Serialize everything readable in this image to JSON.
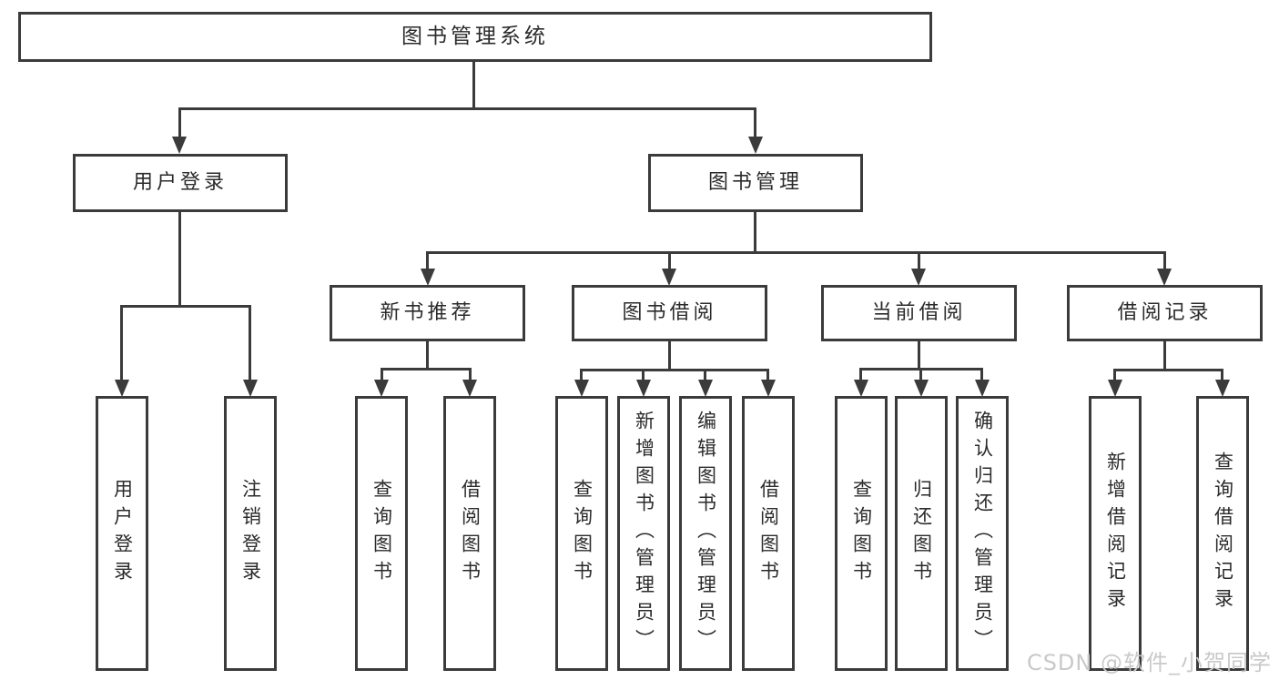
{
  "tree": {
    "root": "图书管理系统",
    "level2": [
      {
        "label": "用户登录"
      },
      {
        "label": "图书管理"
      }
    ],
    "level3": [
      {
        "label": "新书推荐",
        "parent": "图书管理"
      },
      {
        "label": "图书借阅",
        "parent": "图书管理"
      },
      {
        "label": "当前借阅",
        "parent": "图书管理"
      },
      {
        "label": "借阅记录",
        "parent": "图书管理"
      }
    ],
    "leaves": [
      {
        "label": "用户登录",
        "parent": "用户登录"
      },
      {
        "label": "注销登录",
        "parent": "用户登录"
      },
      {
        "label": "查询图书",
        "parent": "新书推荐"
      },
      {
        "label": "借阅图书",
        "parent": "新书推荐"
      },
      {
        "label": "查询图书",
        "parent": "图书借阅"
      },
      {
        "label": "新增图书（管理员）",
        "parent": "图书借阅"
      },
      {
        "label": "编辑图书（管理员）",
        "parent": "图书借阅"
      },
      {
        "label": "借阅图书",
        "parent": "图书借阅"
      },
      {
        "label": "查询图书",
        "parent": "当前借阅"
      },
      {
        "label": "归还图书",
        "parent": "当前借阅"
      },
      {
        "label": "确认归还（管理员）",
        "parent": "当前借阅"
      },
      {
        "label": "新增借阅记录",
        "parent": "借阅记录"
      },
      {
        "label": "查询借阅记录",
        "parent": "借阅记录"
      }
    ]
  },
  "watermark": {
    "text": "CSDN @软件_小贺同学"
  },
  "colors": {
    "line": "#3b3b3b",
    "text": "#2b2b2b",
    "box_bg": "#ffffff",
    "watermark": "#c9c9c9"
  }
}
